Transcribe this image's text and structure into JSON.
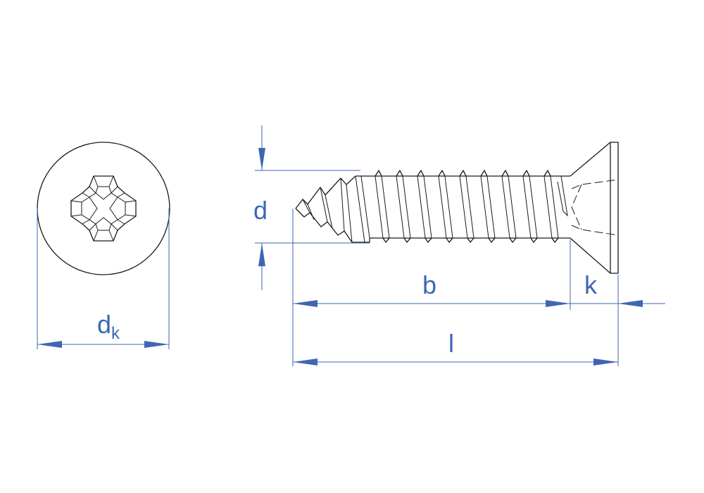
{
  "labels": {
    "head_diameter_main": "d",
    "head_diameter_sub": "k",
    "thread_diameter": "d",
    "thread_length": "b",
    "head_height": "k",
    "total_length": "l"
  },
  "colors": {
    "dimension": "#3d67b2",
    "outline": "#1a1a1a",
    "background": "#ffffff"
  }
}
